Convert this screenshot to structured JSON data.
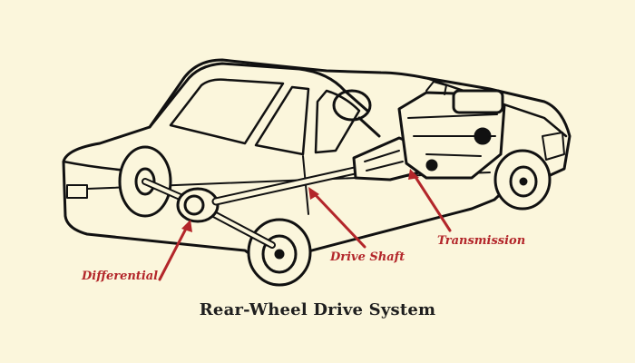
{
  "background_color": "#fbf6dc",
  "line_color": "#111111",
  "accent_color": "#b3262a",
  "caption": "Rear-Wheel Drive System",
  "callouts": {
    "transmission": "Transmission",
    "drive_shaft": "Drive Shaft",
    "differential": "Differential"
  }
}
